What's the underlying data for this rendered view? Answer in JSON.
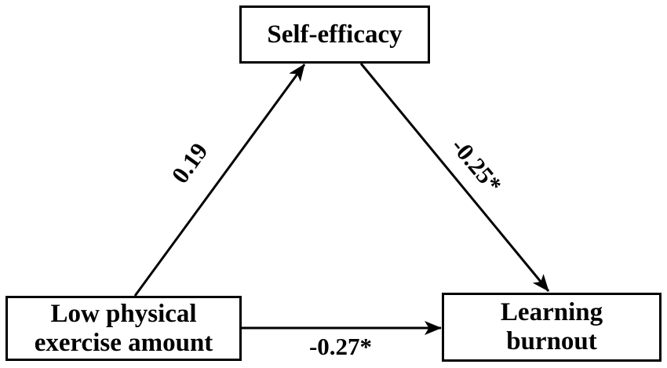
{
  "figure": {
    "type": "mediation-path-diagram",
    "background": "#ffffff",
    "line_color": "#000000",
    "text_color": "#000000",
    "nodes": {
      "mediator": {
        "label": "Self-efficacy",
        "lines": [
          "Self-efficacy"
        ]
      },
      "predictor": {
        "label": "Low physical exercise amount",
        "lines": [
          "Low physical",
          "exercise amount"
        ]
      },
      "outcome": {
        "label": "Learning burnout",
        "lines": [
          "Learning",
          "burnout"
        ]
      }
    },
    "edges": [
      {
        "from": "predictor",
        "to": "mediator",
        "coefficient": "0.19"
      },
      {
        "from": "mediator",
        "to": "outcome",
        "coefficient": "-0.25*"
      },
      {
        "from": "predictor",
        "to": "outcome",
        "coefficient": "-0.27*"
      }
    ]
  }
}
